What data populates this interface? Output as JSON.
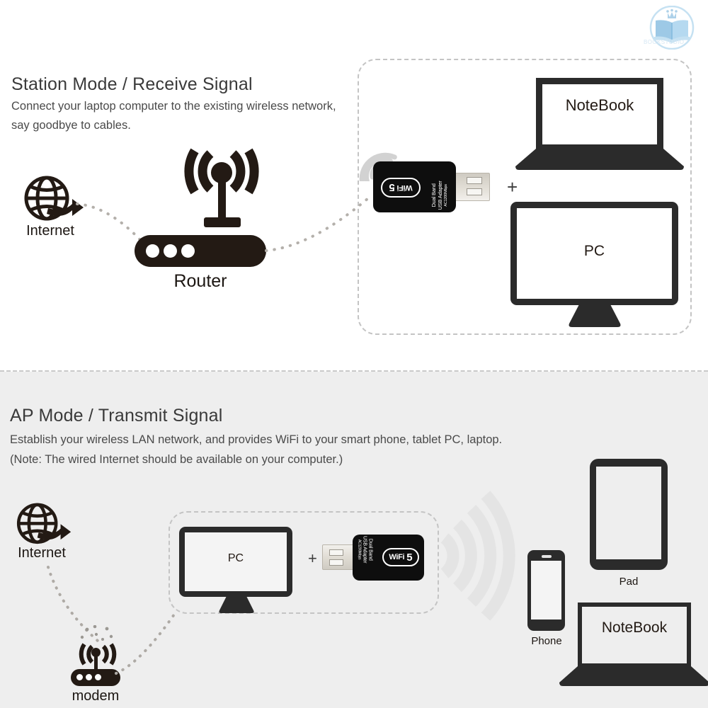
{
  "watermark": {
    "brand": "BOOKSTUDIO",
    "icon": "book-crown-logo",
    "color": "#9fc9e6"
  },
  "sections": [
    {
      "id": "station-mode",
      "heading": "Station Mode / Receive Signal",
      "lines": [
        "Connect your laptop computer to the existing wireless network,",
        "say goodbye to cables."
      ],
      "background": "#ffffff"
    },
    {
      "id": "ap-mode",
      "heading": "AP Mode / Transmit Signal",
      "lines": [
        "Establish your wireless LAN network, and provides WiFi to your smart phone, tablet PC, laptop.",
        "(Note: The wired Internet should be available on your computer.)"
      ],
      "background": "#eeeeee"
    }
  ],
  "labels": {
    "internet": "Internet",
    "router": "Router",
    "modem": "modem",
    "notebook": "NoteBook",
    "pc": "PC",
    "pad": "Pad",
    "phone": "Phone",
    "plus": "+"
  },
  "adapter": {
    "badge_word": "WiFi",
    "badge_number": "5",
    "line1": "Dual Band",
    "line2": "USB Adapter",
    "line3": "AC1200Mbps",
    "body_color": "#0e0e0e"
  },
  "colors": {
    "ink": "#231a14",
    "device": "#2b2b2b",
    "dash": "#c4c4c4",
    "signal_gray": "#e6e6e6",
    "panel_gray": "#eeeeee"
  }
}
